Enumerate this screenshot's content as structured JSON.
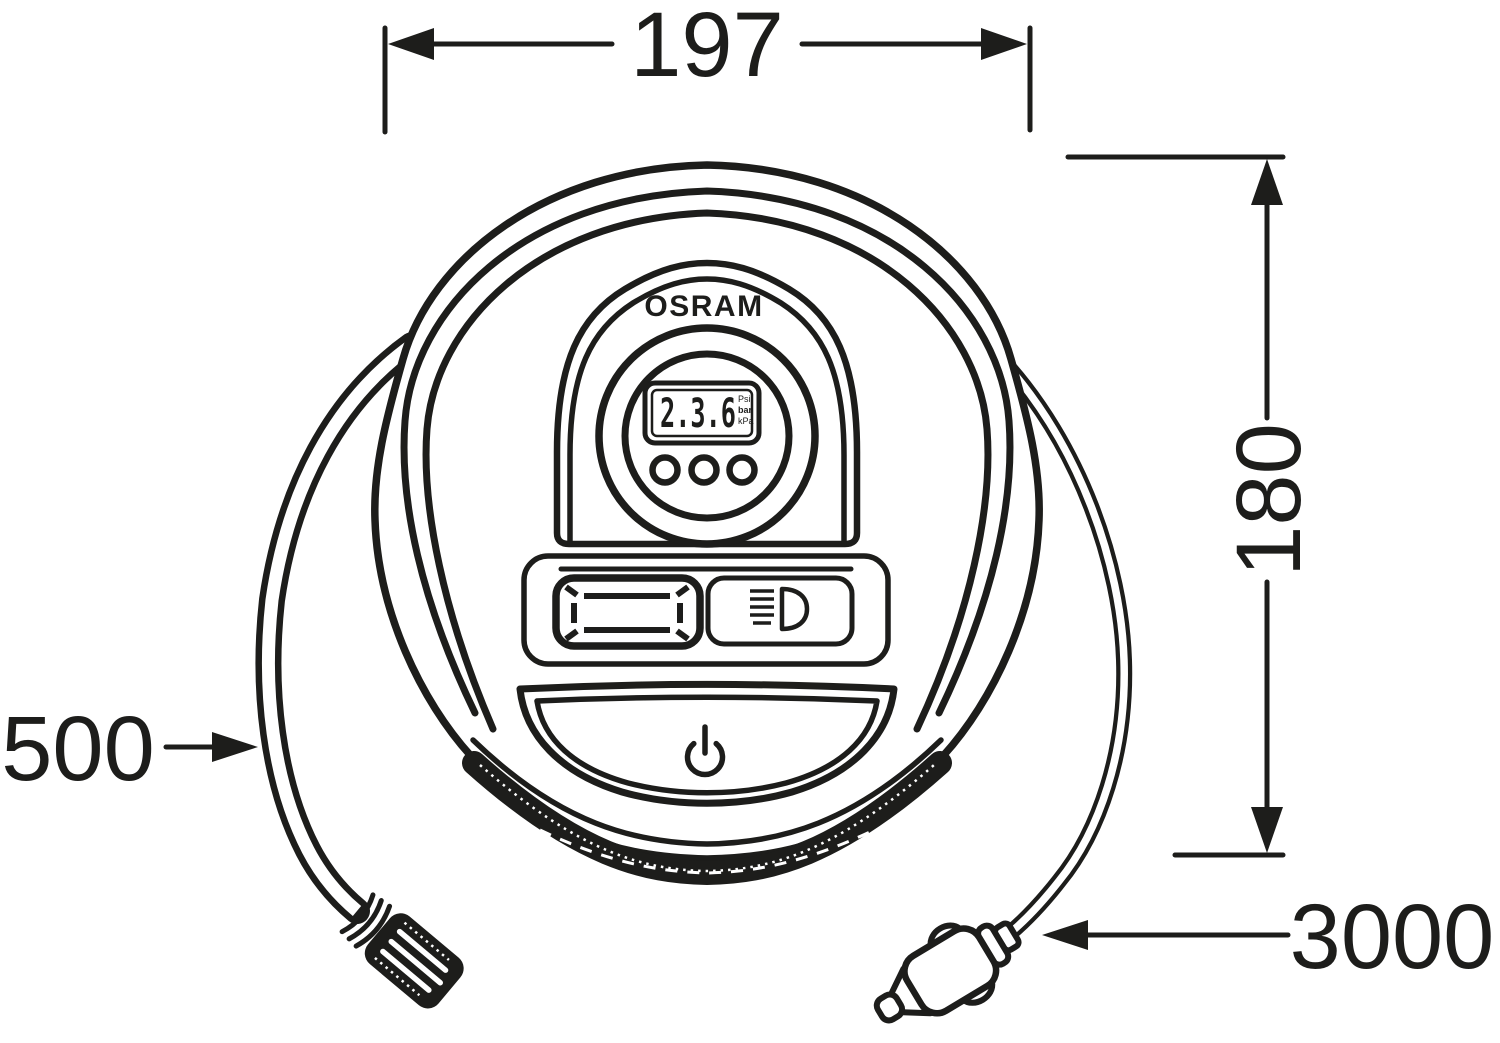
{
  "diagram": {
    "brand": "OSRAM",
    "dimensions": {
      "width": "197",
      "height": "180",
      "hose": "500",
      "cable": "3000"
    },
    "display": {
      "value": "2.3.6",
      "units": [
        "Psi",
        "bar",
        "kPa"
      ]
    },
    "icons": [
      "display-frame-icon",
      "headlight-icon",
      "power-icon",
      "valve-connector",
      "12v-plug"
    ],
    "colors": {
      "line": "#1d1d1b",
      "background": "#ffffff"
    }
  }
}
